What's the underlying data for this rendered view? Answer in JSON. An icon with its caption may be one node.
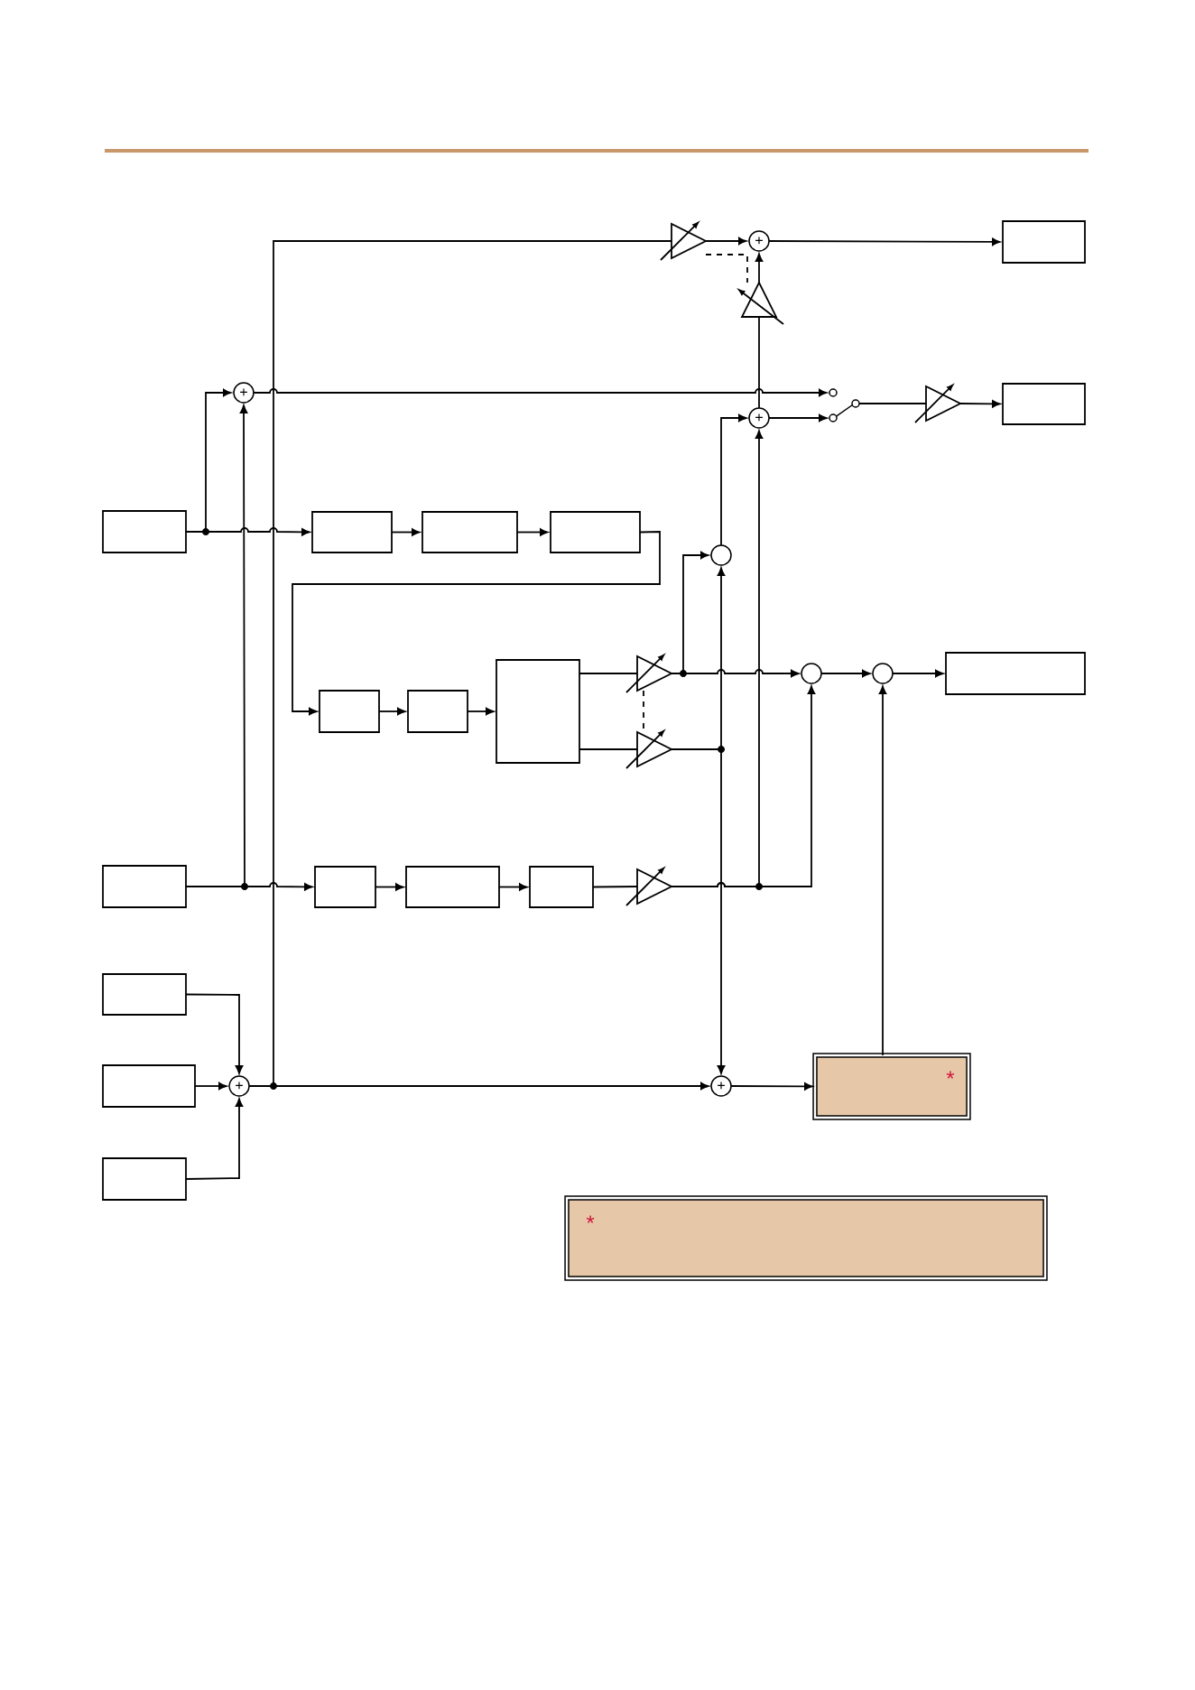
{
  "diagram": {
    "nodes": [
      {
        "text": [],
        "shape": "triangle"
      },
      {
        "text": [
          "+"
        ]
      },
      {
        "text": [],
        "shape": "box"
      },
      {
        "text": [],
        "shape": "triangle"
      },
      {
        "text": [
          "+"
        ]
      },
      {
        "text": [],
        "shape": "switch"
      },
      {
        "text": [
          "+"
        ]
      },
      {
        "text": [],
        "shape": "triangle"
      },
      {
        "text": [],
        "shape": "box"
      },
      {
        "text": [],
        "shape": "box"
      },
      {
        "text": [],
        "shape": "box"
      },
      {
        "text": [],
        "shape": "box"
      },
      {
        "text": [],
        "shape": "box"
      },
      {
        "text": [],
        "shape": "circle"
      },
      {
        "text": [],
        "shape": "triangle"
      },
      {
        "text": [],
        "shape": "circle"
      },
      {
        "text": [],
        "shape": "circle"
      },
      {
        "text": [],
        "shape": "box"
      },
      {
        "text": [],
        "shape": "box"
      },
      {
        "text": [],
        "shape": "box"
      },
      {
        "text": [],
        "shape": "box"
      },
      {
        "text": [],
        "shape": "triangle"
      },
      {
        "text": [],
        "shape": "box"
      },
      {
        "text": [],
        "shape": "box"
      },
      {
        "text": [],
        "shape": "box"
      },
      {
        "text": [],
        "shape": "box"
      },
      {
        "text": [],
        "shape": "triangle"
      },
      {
        "text": [],
        "shape": "box"
      },
      {
        "text": [],
        "shape": "box"
      },
      {
        "text": [
          "+"
        ]
      },
      {
        "text": [
          "+"
        ]
      },
      {
        "text": [
          "*"
        ]
      },
      {
        "text": [],
        "shape": "box"
      },
      {
        "text": [
          "*"
        ]
      }
    ],
    "edges": [
      {
        "from": 9,
        "to": 4,
        "arrow": "to"
      },
      {
        "from": 9,
        "to": 10,
        "arrow": "to"
      },
      {
        "from": 10,
        "to": 11,
        "arrow": "to"
      },
      {
        "from": 11,
        "to": 12,
        "arrow": "to"
      },
      {
        "from": 12,
        "to": 18,
        "arrow": "to"
      },
      {
        "from": 18,
        "to": 19,
        "arrow": "to"
      },
      {
        "from": 19,
        "to": 20,
        "arrow": "to"
      },
      {
        "from": 20,
        "to": 14,
        "arrow": "none"
      },
      {
        "from": 20,
        "to": 21,
        "arrow": "none"
      },
      {
        "from": 14,
        "to": 13,
        "arrow": "to"
      },
      {
        "from": 14,
        "to": 15,
        "arrow": "to"
      },
      {
        "from": 21,
        "to": 13,
        "arrow": "to"
      },
      {
        "from": 21,
        "to": 30,
        "arrow": "to"
      },
      {
        "from": 13,
        "to": 6,
        "arrow": "to"
      },
      {
        "from": 22,
        "to": 4,
        "arrow": "to"
      },
      {
        "from": 22,
        "to": 23,
        "arrow": "to"
      },
      {
        "from": 23,
        "to": 24,
        "arrow": "to"
      },
      {
        "from": 24,
        "to": 25,
        "arrow": "to"
      },
      {
        "from": 25,
        "to": 26,
        "arrow": "none"
      },
      {
        "from": 26,
        "to": 15,
        "arrow": "to"
      },
      {
        "from": 26,
        "to": 6,
        "arrow": "to"
      },
      {
        "from": 27,
        "to": 29,
        "arrow": "to"
      },
      {
        "from": 28,
        "to": 29,
        "arrow": "to"
      },
      {
        "from": 32,
        "to": 29,
        "arrow": "to"
      },
      {
        "from": 29,
        "to": 30,
        "arrow": "to"
      },
      {
        "from": 29,
        "to": 0,
        "arrow": "none"
      },
      {
        "from": 0,
        "to": 1,
        "arrow": "to"
      },
      {
        "from": 1,
        "to": 2,
        "arrow": "to"
      },
      {
        "from": 6,
        "to": 3,
        "arrow": "none"
      },
      {
        "from": 3,
        "to": 1,
        "arrow": "to"
      },
      {
        "from": 0,
        "to": 3,
        "arrow": "none",
        "style": "dashed"
      },
      {
        "from": 14,
        "to": 21,
        "arrow": "none",
        "style": "dashed"
      },
      {
        "from": 4,
        "to": 5,
        "arrow": "to"
      },
      {
        "from": 6,
        "to": 5,
        "arrow": "to"
      },
      {
        "from": 5,
        "to": 7,
        "arrow": "none"
      },
      {
        "from": 7,
        "to": 8,
        "arrow": "to"
      },
      {
        "from": 15,
        "to": 16,
        "arrow": "to"
      },
      {
        "from": 16,
        "to": 17,
        "arrow": "to"
      },
      {
        "from": 30,
        "to": 31,
        "arrow": "to"
      },
      {
        "from": 31,
        "to": 16,
        "arrow": "to"
      }
    ]
  }
}
